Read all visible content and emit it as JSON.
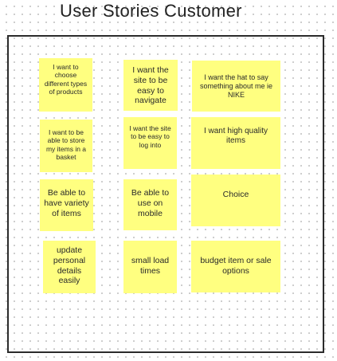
{
  "board": {
    "title": "User Stories Customer"
  },
  "stickies": [
    {
      "id": "choose-products",
      "text": "I want to choose different types of products"
    },
    {
      "id": "site-easy-navigate",
      "text": "I want the site to be easy to navigate"
    },
    {
      "id": "hat-say-nike",
      "text": "I want the hat to say something about me ie NIKE"
    },
    {
      "id": "store-basket",
      "text": "I want to be able to store my items in a basket"
    },
    {
      "id": "easy-login",
      "text": "I want the site to be easy to log into"
    },
    {
      "id": "high-quality",
      "text": "I want high quality items"
    },
    {
      "id": "variety-items",
      "text": "Be able to have variety of items"
    },
    {
      "id": "use-mobile",
      "text": "Be able to use on mobile"
    },
    {
      "id": "choice",
      "text": "Choice"
    },
    {
      "id": "update-details",
      "text": "update personal details easily"
    },
    {
      "id": "small-load",
      "text": "small load times"
    },
    {
      "id": "budget-sale",
      "text": "budget item or sale options"
    }
  ],
  "colors": {
    "sticky": "#ffff80",
    "frame_border": "#2b2b2b"
  }
}
